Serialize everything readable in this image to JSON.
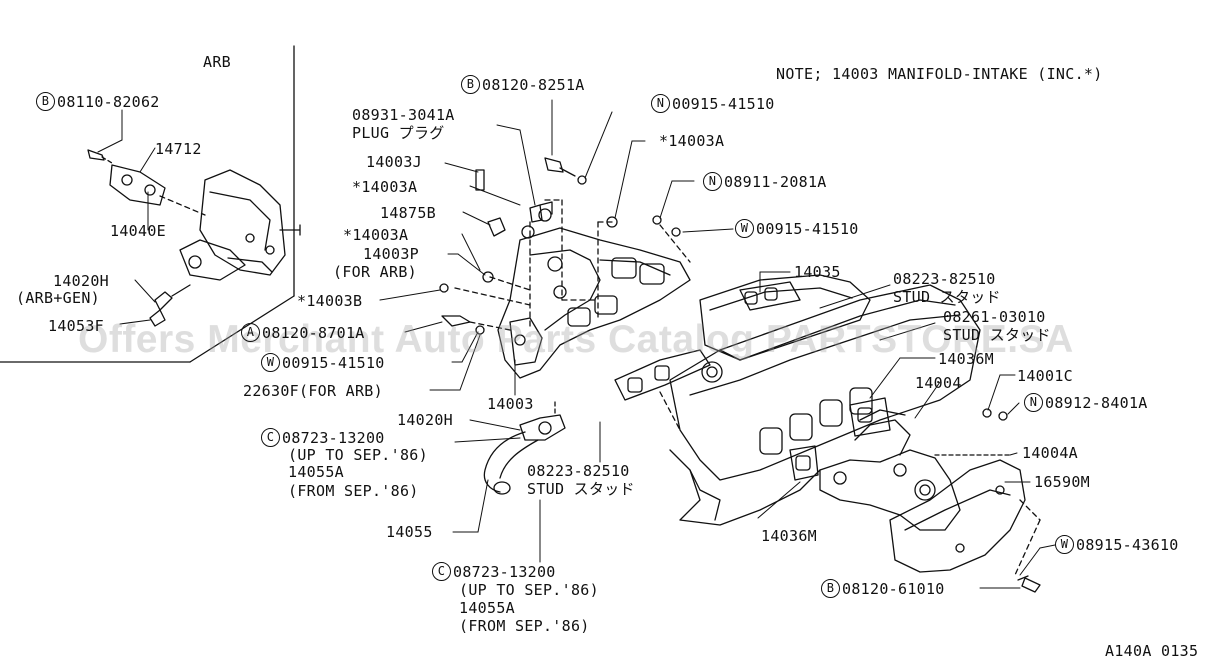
{
  "note": "NOTE; 14003 MANIFOLD-INTAKE (INC.*)",
  "arb_title": "ARB",
  "figure_code": "A140A 0135",
  "watermark": "Offers Merchant Auto Parts Catalog PARTSTORE.SA",
  "labels": {
    "b_08110_82062": {
      "badge": "B",
      "text": "08110-82062"
    },
    "p14712": "14712",
    "p14040E": "14040E",
    "p14020H_arb": "14020H",
    "arb_gen": "(ARB+GEN)",
    "p14053F": "14053F",
    "b_08120_8251A": {
      "badge": "B",
      "text": "08120-8251A"
    },
    "n_00915_41510": {
      "badge": "N",
      "text": "00915-41510"
    },
    "p08931": "08931-3041A",
    "plug": "PLUG プラグ",
    "p14003J": "14003J",
    "p14003A_1": "*14003A",
    "p14003A_top": "*14003A",
    "p14875B": "14875B",
    "n_08911_2081A": {
      "badge": "N",
      "text": "08911-2081A"
    },
    "p14003A_2": "*14003A",
    "w_00915_41510": {
      "badge": "W",
      "text": "00915-41510"
    },
    "p14003P": "14003P",
    "for_arb": "(FOR ARB)",
    "p14035": "14035",
    "p08223_1": "08223-82510",
    "stud_1": "STUD スタッド",
    "p14003B": "*14003B",
    "p08261": "08261-03010",
    "stud_2": "STUD スタッド",
    "a_08120_8701A": {
      "badge": "A",
      "text": "08120-8701A"
    },
    "w_00915_41510_b": {
      "badge": "W",
      "text": "00915-41510"
    },
    "p14036M_1": "14036M",
    "p14004": "14004",
    "p14001C": "14001C",
    "p22630F": "22630F(FOR ARB)",
    "p14003": "14003",
    "n_08912_8401A": {
      "badge": "N",
      "text": "08912-8401A"
    },
    "p14020H": "14020H",
    "c_08723_1": {
      "badge": "C",
      "text": "08723-13200"
    },
    "up_to_1": "(UP TO SEP.'86)",
    "p14055A_1": "14055A",
    "from_1": "(FROM SEP.'86)",
    "p14004A": "14004A",
    "p08223_2": "08223-82510",
    "stud_3": "STUD スタッド",
    "p16590M": "16590M",
    "p14055": "14055",
    "p14036M_2": "14036M",
    "w_08915_43610": {
      "badge": "W",
      "text": "08915-43610"
    },
    "c_08723_2": {
      "badge": "C",
      "text": "08723-13200"
    },
    "up_to_2": "(UP TO SEP.'86)",
    "p14055A_2": "14055A",
    "from_2": "(FROM SEP.'86)",
    "b_08120_61010": {
      "badge": "B",
      "text": "08120-61010"
    }
  }
}
